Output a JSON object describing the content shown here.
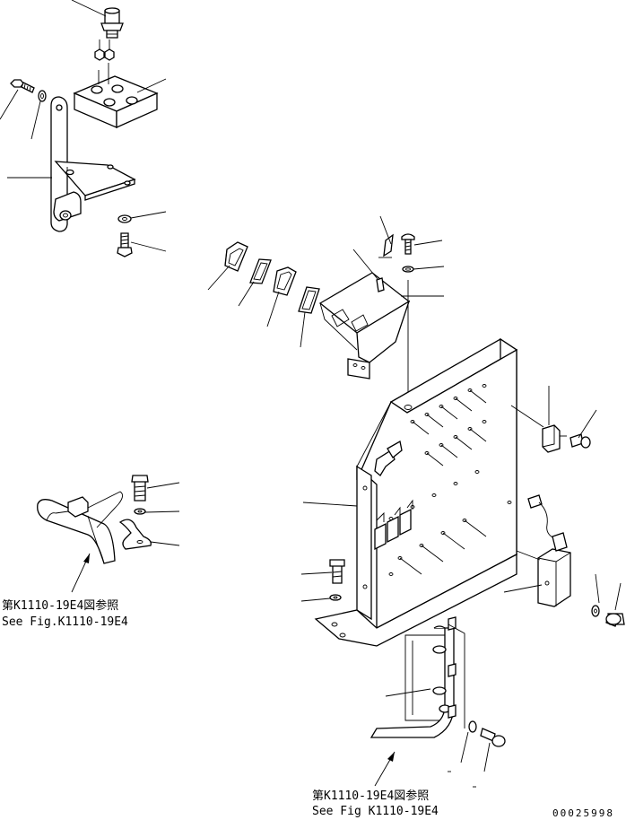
{
  "references": [
    {
      "line1": "第K1110-19E4図参照",
      "line2": "See Fig.K1110-19E4"
    },
    {
      "line1": "第K1110-19E4図参照",
      "line2": "See Fig K1110-19E4"
    }
  ],
  "drawing_code": "00025998",
  "parts": [
    "indicator-lamp",
    "lamp-nut",
    "lamp-bracket-block",
    "mount-bolt",
    "washer",
    "support-bracket",
    "bracket-washer",
    "bracket-bolt",
    "switch",
    "switch-cover",
    "switch-2",
    "switch-cover-2",
    "switch-panel",
    "screw",
    "washer",
    "panel-bracket",
    "relay",
    "relay-screw",
    "main-panel",
    "cable-clamp-bolt",
    "clamp-washer",
    "cable-clamp",
    "panel-bolt",
    "panel-washer",
    "connector",
    "connector-bracket",
    "connector-washer",
    "connector-bolt",
    "wire-harness",
    "harness-washer",
    "harness-bolt"
  ]
}
